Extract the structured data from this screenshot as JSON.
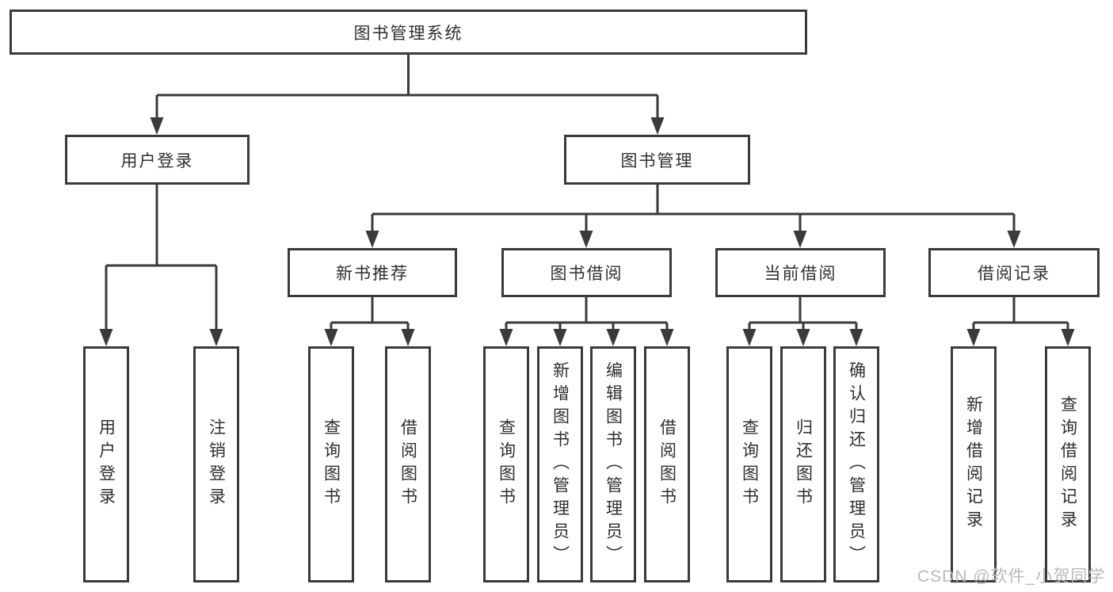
{
  "diagram_title": "图书管理系统",
  "nodes": {
    "root": "图书管理系统",
    "user_login": "用户登录",
    "book_management": "图书管理",
    "new_book_recommend": "新书推荐",
    "book_borrowing": "图书借阅",
    "current_borrowing": "当前借阅",
    "borrowing_records": "借阅记录",
    "ul_user_login": "用户登录",
    "ul_logout": "注销登录",
    "nb_query_books": "查询图书",
    "nb_borrow_books": "借阅图书",
    "bb_query_books": "查询图书",
    "bb_add_books_admin": "新增图书（管理员）",
    "bb_edit_books_admin": "编辑图书（管理员）",
    "bb_borrow_books": "借阅图书",
    "cb_query_books": "查询图书",
    "cb_return_books": "归还图书",
    "cb_confirm_return_admin": "确认归还（管理员）",
    "br_add_record": "新增借阅记录",
    "br_query_record": "查询借阅记录"
  },
  "edges": [
    {
      "from": "图书管理系统",
      "to": "用户登录"
    },
    {
      "from": "图书管理系统",
      "to": "图书管理"
    },
    {
      "from": "用户登录",
      "to": "用户登录"
    },
    {
      "from": "用户登录",
      "to": "注销登录"
    },
    {
      "from": "图书管理",
      "to": "新书推荐"
    },
    {
      "from": "图书管理",
      "to": "图书借阅"
    },
    {
      "from": "图书管理",
      "to": "当前借阅"
    },
    {
      "from": "图书管理",
      "to": "借阅记录"
    },
    {
      "from": "新书推荐",
      "to": "查询图书"
    },
    {
      "from": "新书推荐",
      "to": "借阅图书"
    },
    {
      "from": "图书借阅",
      "to": "查询图书"
    },
    {
      "from": "图书借阅",
      "to": "新增图书（管理员）"
    },
    {
      "from": "图书借阅",
      "to": "编辑图书（管理员）"
    },
    {
      "from": "图书借阅",
      "to": "借阅图书"
    },
    {
      "from": "当前借阅",
      "to": "查询图书"
    },
    {
      "from": "当前借阅",
      "to": "归还图书"
    },
    {
      "from": "当前借阅",
      "to": "确认归还（管理员）"
    },
    {
      "from": "借阅记录",
      "to": "新增借阅记录"
    },
    {
      "from": "借阅记录",
      "to": "查询借阅记录"
    }
  ],
  "watermark": {
    "text": "CSDN @软件_小贺同学",
    "color": "#b9b9b9"
  },
  "colors": {
    "line": "#3a3a3a",
    "box_border": "#3a3a3a",
    "text": "#2e2e2e",
    "background": "#ffffff"
  }
}
